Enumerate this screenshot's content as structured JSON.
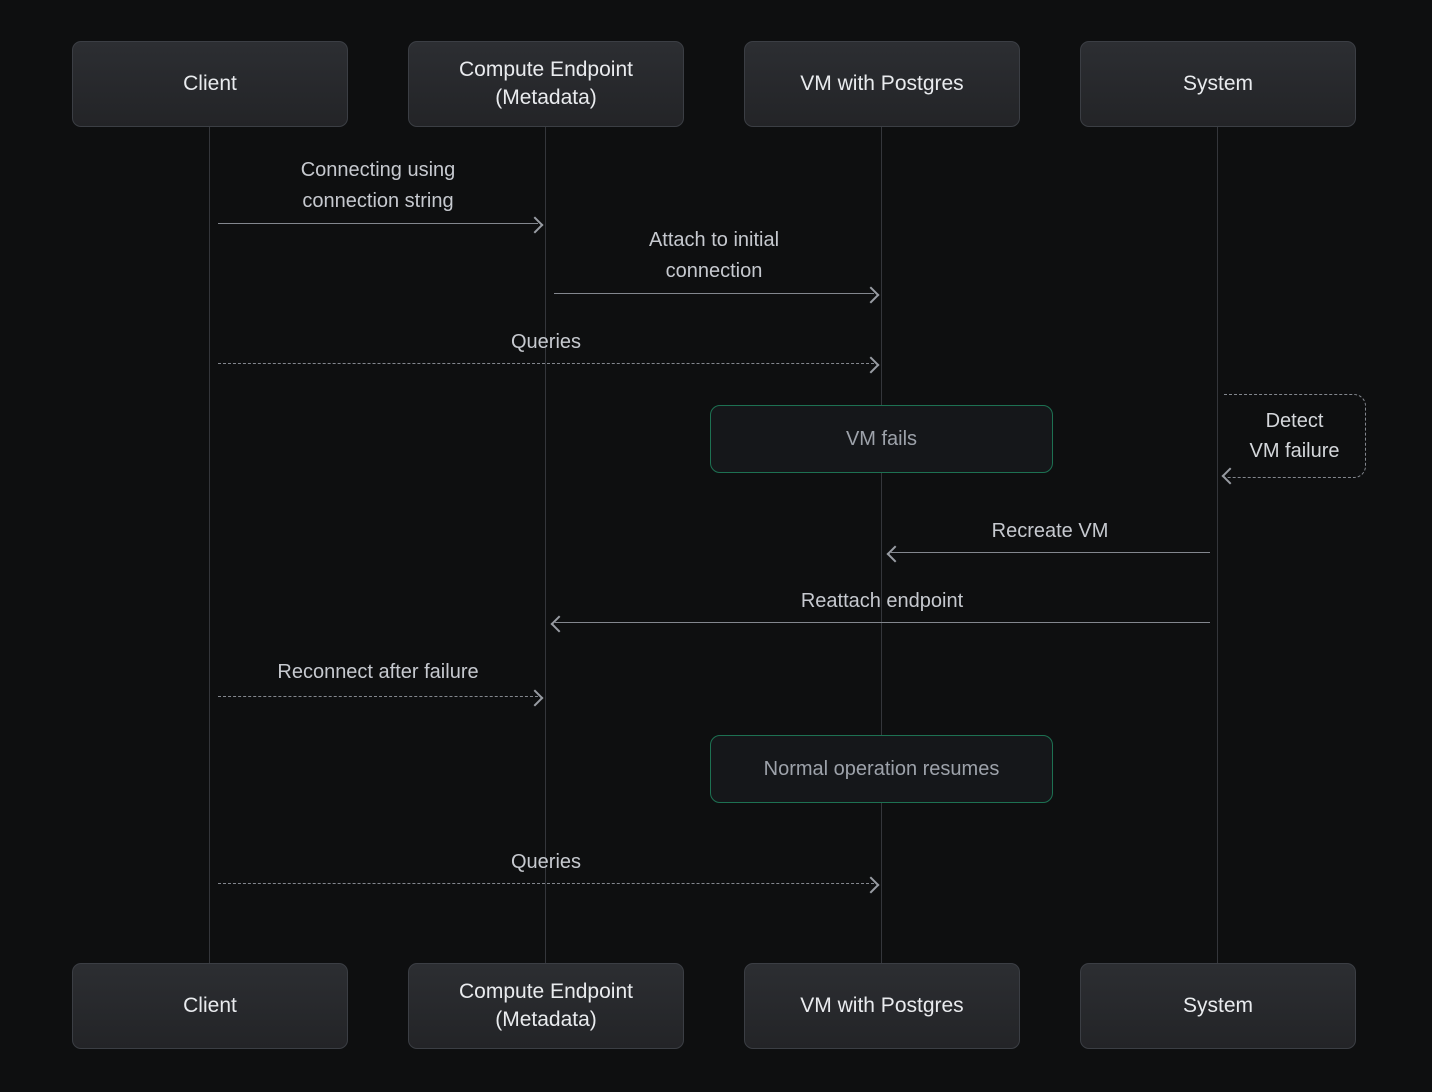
{
  "diagram": {
    "type": "sequence",
    "actors": [
      {
        "id": "client",
        "label": "Client"
      },
      {
        "id": "compute-endpoint",
        "label": "Compute Endpoint\n(Metadata)"
      },
      {
        "id": "vm-postgres",
        "label": "VM with Postgres"
      },
      {
        "id": "system",
        "label": "System"
      }
    ],
    "messages": [
      {
        "id": "m1",
        "label": "Connecting using\nconnection string",
        "from": "Client",
        "to": "Compute Endpoint (Metadata)",
        "style": "solid",
        "direction": "right"
      },
      {
        "id": "m2",
        "label": "Attach to initial\nconnection",
        "from": "Compute Endpoint (Metadata)",
        "to": "VM with Postgres",
        "style": "solid",
        "direction": "right"
      },
      {
        "id": "m3",
        "label": "Queries",
        "from": "Client",
        "to": "VM with Postgres",
        "style": "dashed",
        "direction": "right"
      },
      {
        "id": "note1",
        "label": "VM fails",
        "type": "note",
        "over": "VM with Postgres"
      },
      {
        "id": "self1",
        "label": "Detect\nVM failure",
        "type": "self",
        "actor": "System",
        "style": "dashed"
      },
      {
        "id": "m4",
        "label": "Recreate VM",
        "from": "System",
        "to": "VM with Postgres",
        "style": "solid",
        "direction": "left"
      },
      {
        "id": "m5",
        "label": "Reattach endpoint",
        "from": "System",
        "to": "Compute Endpoint (Metadata)",
        "style": "solid",
        "direction": "left"
      },
      {
        "id": "m6",
        "label": "Reconnect after failure",
        "from": "Client",
        "to": "Compute Endpoint (Metadata)",
        "style": "dashed",
        "direction": "right"
      },
      {
        "id": "note2",
        "label": "Normal operation resumes",
        "type": "note",
        "over": "VM with Postgres"
      },
      {
        "id": "m7",
        "label": "Queries",
        "from": "Client",
        "to": "VM with Postgres",
        "style": "dashed",
        "direction": "right"
      }
    ],
    "colors": {
      "background": "#0e0f10",
      "actor_fill": "#27292d",
      "actor_border": "#3b3e44",
      "actor_text": "#e9ebee",
      "message_text": "#c6c9cf",
      "arrow": "#83878e",
      "note_border": "#1d7152",
      "note_text": "#9da2aa",
      "lifeline": "#34363b"
    }
  }
}
